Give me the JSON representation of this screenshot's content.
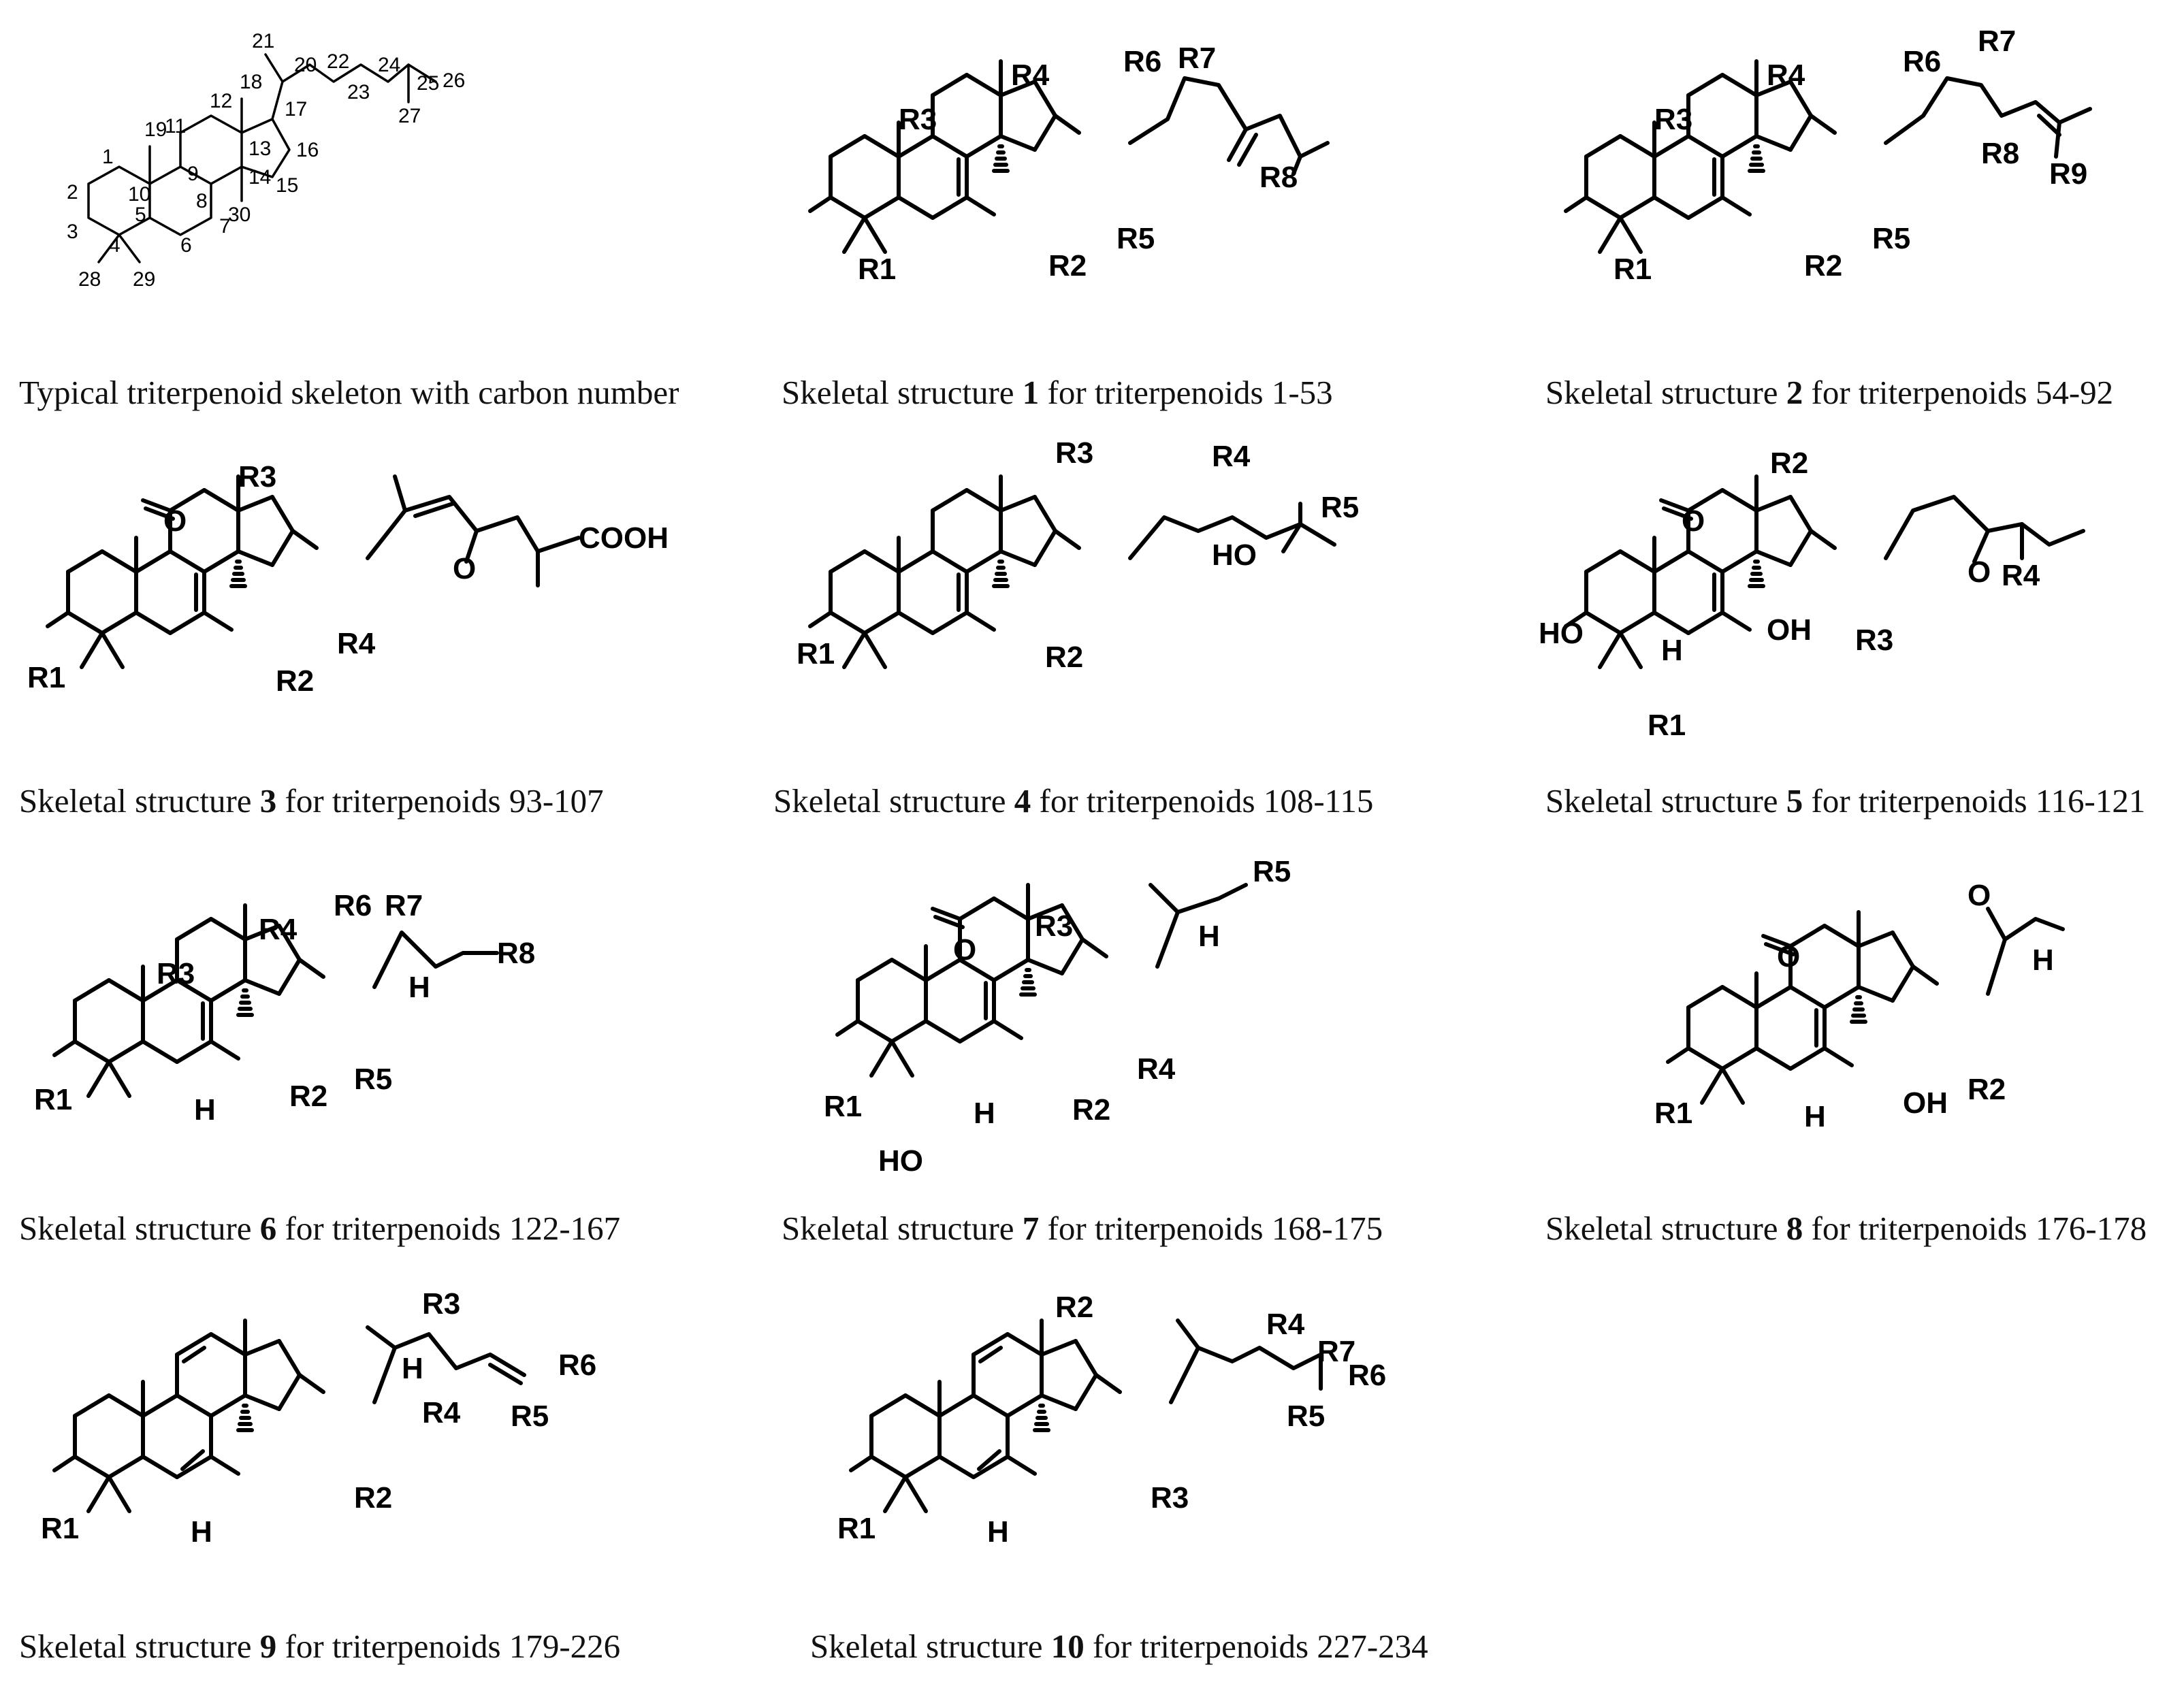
{
  "figure": {
    "panels": [
      {
        "id": "typical",
        "caption_text": "Typical triterpenoid skeleton with carbon number",
        "caption_prefix": "Typical triterpenoid skeleton with carbon number",
        "caption_bold": "",
        "caption_suffix": "",
        "carbon_numbers": [
          "1",
          "2",
          "3",
          "4",
          "5",
          "6",
          "7",
          "8",
          "9",
          "10",
          "11",
          "12",
          "13",
          "14",
          "15",
          "16",
          "17",
          "18",
          "19",
          "20",
          "21",
          "22",
          "23",
          "24",
          "25",
          "26",
          "27",
          "28",
          "29",
          "30"
        ]
      },
      {
        "id": "s1",
        "caption_prefix": "Skeletal structure ",
        "caption_bold": "1",
        "caption_suffix": " for triterpenoids 1-53",
        "labels": [
          "R1",
          "R2",
          "R3",
          "R4",
          "R5",
          "R6",
          "R7",
          "R8"
        ]
      },
      {
        "id": "s2",
        "caption_prefix": "Skeletal structure ",
        "caption_bold": "2",
        "caption_suffix": " for triterpenoids 54-92",
        "labels": [
          "R1",
          "R2",
          "R3",
          "R4",
          "R5",
          "R6",
          "R7",
          "R8",
          "R9"
        ]
      },
      {
        "id": "s3",
        "caption_prefix": "Skeletal structure ",
        "caption_bold": "3",
        "caption_suffix": " for triterpenoids 93-107",
        "labels": [
          "R1",
          "R2",
          "R3",
          "R4",
          "O",
          "O",
          "COOH"
        ]
      },
      {
        "id": "s4",
        "caption_prefix": "Skeletal structure ",
        "caption_bold": "4",
        "caption_suffix": " for triterpenoids 108-115",
        "labels": [
          "R1",
          "R2",
          "R3",
          "R4",
          "R5",
          "HO"
        ]
      },
      {
        "id": "s5",
        "caption_prefix": "Skeletal structure ",
        "caption_bold": "5",
        "caption_suffix": " for triterpenoids 116-121",
        "labels": [
          "R1",
          "R2",
          "R3",
          "R4",
          "O",
          "O",
          "HO",
          "H",
          "OH"
        ]
      },
      {
        "id": "s6",
        "caption_prefix": "Skeletal structure ",
        "caption_bold": "6",
        "caption_suffix": " for triterpenoids 122-167",
        "labels": [
          "R1",
          "R2",
          "R3",
          "R4",
          "R5",
          "R6",
          "R7",
          "R8",
          "H",
          "H"
        ]
      },
      {
        "id": "s7",
        "caption_prefix": "Skeletal structure ",
        "caption_bold": "7",
        "caption_suffix": " for triterpenoids 168-175",
        "labels": [
          "R1",
          "R2",
          "R3",
          "R4",
          "R5",
          "O",
          "H",
          "H",
          "HO"
        ]
      },
      {
        "id": "s8",
        "caption_prefix": "Skeletal structure ",
        "caption_bold": "8",
        "caption_suffix": " for triterpenoids 176-178",
        "labels": [
          "R1",
          "R2",
          "O",
          "O",
          "H",
          "H",
          "OH"
        ]
      },
      {
        "id": "s9",
        "caption_prefix": "Skeletal structure ",
        "caption_bold": "9",
        "caption_suffix": " for triterpenoids 179-226",
        "labels": [
          "R1",
          "R2",
          "R3",
          "R4",
          "R5",
          "R6",
          "H",
          "H"
        ]
      },
      {
        "id": "s10",
        "caption_prefix": "Skeletal structure ",
        "caption_bold": "10",
        "caption_suffix": " for triterpenoids 227-234",
        "labels": [
          "R1",
          "R2",
          "R3",
          "R4",
          "R5",
          "R6",
          "R7",
          "H"
        ]
      }
    ]
  }
}
